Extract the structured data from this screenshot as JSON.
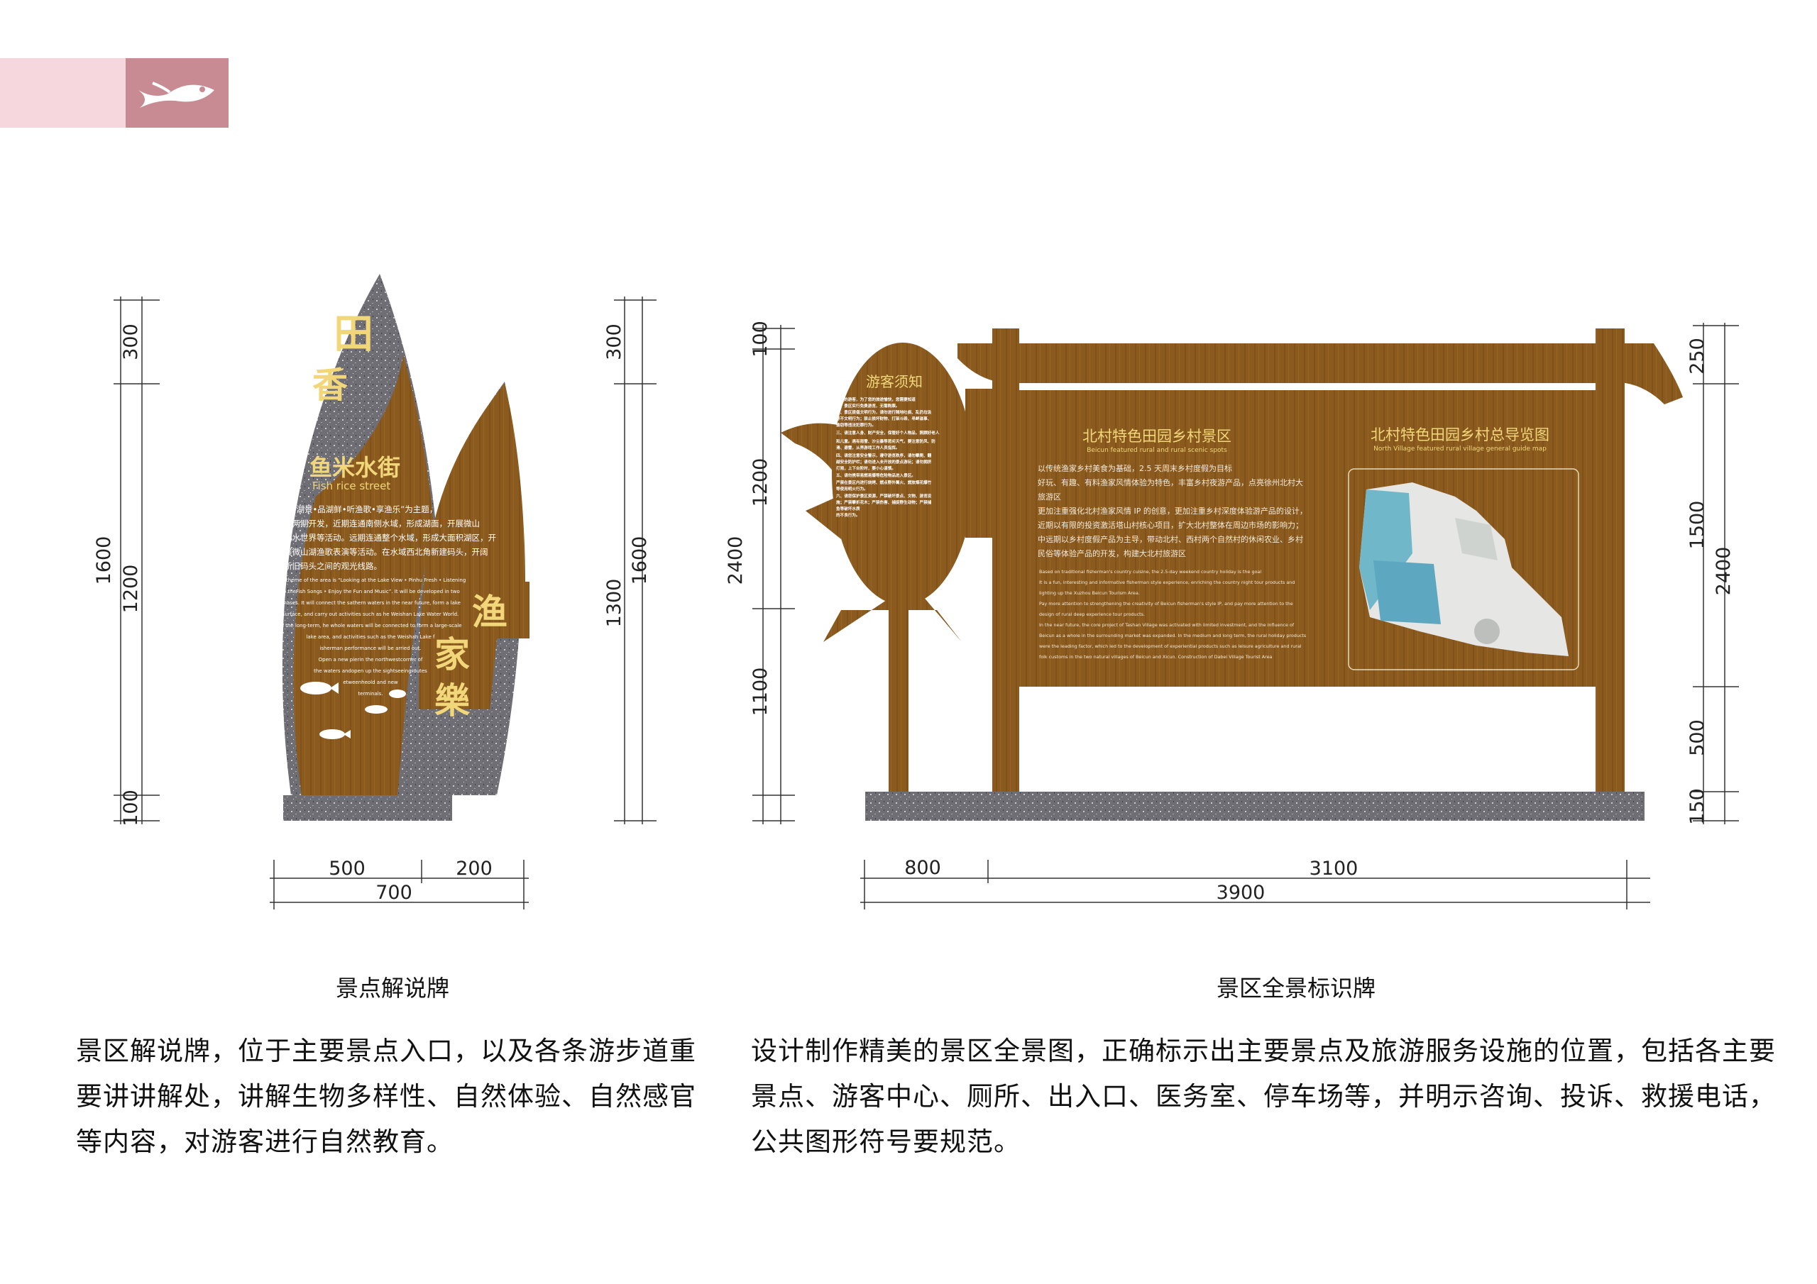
{
  "header": {
    "logo_icon": "fish-icon",
    "colors": {
      "light": "#f6d7de",
      "dark": "#c98b93"
    }
  },
  "left_sign": {
    "calligraphy_top": [
      "田",
      "香"
    ],
    "calligraphy_side": [
      "渔",
      "家",
      "樂"
    ],
    "title": "鱼米水街",
    "subtitle": "Fish rice street",
    "body_cn": [
      "“赏湖景•品湖鲜•听渔歌•享渔乐”为主题，",
      "分两期开发，近期连通南侧水域，形成湖面，开展微山",
      "湖水世界等活动。远期连通整个水域，形成大面积湖区，开",
      "展微山湖渔歌表演等活动。在水域西北角新建码头，开阔",
      "新旧码头之间的观光线路。"
    ],
    "body_en": [
      "The theme of the area is “Looking at the Lake View • Pinhu Fresh • Listening",
      "to theFish Songs • Enjoy the Fun and Music”. It will be developed in two",
      "phases. It will connect the sathern waters in the near future, form a lake",
      "surface, and carry out activities such as  he Weishan Lake Water World.",
      "In the long-term, he whole waters will be connected to form a large-scale",
      "lake area, and activities such as the Weishan Lake f",
      "isherman performance will be arried out.",
      "Open a new pierin the northwestcorner of",
      "the waters andopen up the sightseeingroutes",
      "etweenheold and new",
      "terminals."
    ],
    "dims_vertical_left": {
      "total": "1600",
      "top": "300",
      "middle": "1200",
      "bottom": "100"
    },
    "dims_vertical_right": {
      "top": "300",
      "middle": "1300",
      "total": "1600"
    },
    "dims_horizontal": {
      "a": "500",
      "b": "200",
      "total": "700"
    }
  },
  "right_sign": {
    "notice": {
      "title": "游客须知",
      "lines": [
        "尊敬的游客，为了您的旅途愉快，您需要知道",
        "一、景区实行免费游览，无需购票。",
        "二、景区提倡文明行为，请勿进行随地吐痰、乱扔垃圾",
        "等不文明行为；禁止损坏财物、打架斗殴、寻衅滋事、",
        "偷窃等违法犯罪行为。",
        "三、请注意人身、财产安全，保管好个人物品，照顾好老人",
        "和儿童。遇有雨雪、沙尘暴等恶劣天气，要注意防风、防",
        "滑、避雷，从界游戏工作人员指挥。",
        "四、请您注意安全警示，遵守游览秩序，请勿攀爬、翻",
        "越安全防护栏；请勿进入未开放的景点游玩；请勿拥挤",
        "打闹，上下台阶时，要小心谨慎。",
        "五、请勿携带易燃易爆等危险物品进入景区。",
        "严禁在景区内进行烧烤、燃点野外篝火、燃放烟花爆竹",
        "等使用明火行为。",
        "六、请您保护景区资源，严禁破坏景点、文物、游览设",
        "施；严禁攀折花木；严禁伤害、捕捉野生动物；严禁捕",
        "鱼等破坏水质",
        "的不良行为。"
      ]
    },
    "main": {
      "title": "北村特色田园乡村景区",
      "subtitle": "Beicun featured rural and rural scenic spots",
      "body_cn": [
        "以传统渔家乡村美食为基础，2.5 天周末乡村度假为目标",
        "好玩、有趣、有料渔家风情体验为特色，丰富乡村夜游产品，点亮徐州北村大",
        "旅游区",
        "更加注重强化北村渔家风情 IP 的创意，更加注重乡村深度体验游产品的设计，",
        "近期以有限的投资激活塔山村核心项目，扩大北村整体在周边市场的影响力；",
        "中远期以乡村度假产品为主导，带动北村、西村两个自然村的休闲农业、乡村",
        "民俗等体验产品的开发，构建大北村旅游区"
      ],
      "body_en": [
        "Based on traditional fisherman's country cuisine, the 2.5-day weekend country holiday is the goal",
        "It is a fun, interesting and informative fisherman style experience, enriching the country night tour products and",
        "lighting up the Xuzhou Beicun Tourism Area.",
        "Pay more attention to strengthening the creativity of Beicun fisherman's style IP, and pay more attention to the",
        "design of rural deep experience tour products.",
        "In the near future, the core project of Tashan Village was activated with limited investment, and the influence of",
        "Beicun as a whole in the surrounding market was expanded. In the medium and long term, the rural holiday products",
        "were the leading factor, which led to the development of experiential products such as leisure agriculture and rural",
        "folk customs in the two natural villages of Beicun and Xicun. Construction of Dabei Village Tourist Area"
      ]
    },
    "map": {
      "title": "北村特色田园乡村总导览图",
      "subtitle": "North Village featured rural village general guide map"
    },
    "dims_vertical_left": {
      "top": "100",
      "middle": "1200",
      "bottom": "1100",
      "total": "2400"
    },
    "dims_vertical_right": {
      "top": "250",
      "middle": "1500",
      "lower": "500",
      "bottom": "150",
      "total": "2400"
    },
    "dims_horizontal": {
      "a": "800",
      "b": "3100",
      "total": "3900"
    }
  },
  "captions": {
    "left": "景点解说牌",
    "right": "景区全景标识牌"
  },
  "descriptions": {
    "left": [
      "景区解说牌，位于主要景点入口，以及各条游步道重",
      "要讲讲解处，讲解生物多样性、自然体验、自然感官",
      "等内容，对游客进行自然教育。"
    ],
    "right": [
      "设计制作精美的景区全景图，正确标示出主要景点及旅游服务设施的位置，包括各主要",
      "景点、游客中心、厕所、出入口、医务室、停车场等，并明示咨询、投诉、救援电话，",
      "公共图形符号要规范。"
    ]
  },
  "colors": {
    "wood": "#8a5a1f",
    "granite": "#6e6e74",
    "gold_text": "#f1d77a"
  }
}
